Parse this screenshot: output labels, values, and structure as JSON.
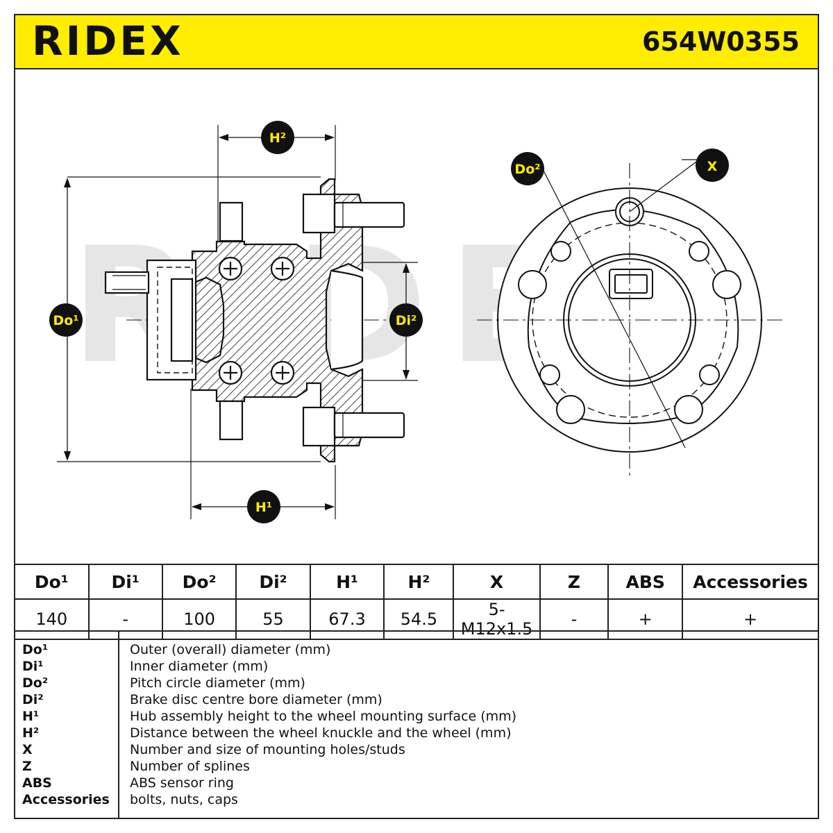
{
  "header": {
    "brand": "RIDEX",
    "part_number": "654W0355"
  },
  "drawing": {
    "labels": {
      "h2": "H²",
      "h1": "H¹",
      "do1": "Do¹",
      "di2": "Di²",
      "do2": "Do²",
      "x": "X"
    },
    "watermark": "RIDEX"
  },
  "spec_table": {
    "headers": [
      "Do¹",
      "Di¹",
      "Do²",
      "Di²",
      "H¹",
      "H²",
      "X",
      "Z",
      "ABS",
      "Accessories"
    ],
    "values": [
      "140",
      "-",
      "100",
      "55",
      "67.3",
      "54.5",
      "5-M12x1.5",
      "-",
      "+",
      "+"
    ]
  },
  "legend": [
    {
      "key": "Do¹",
      "desc": "Outer (overall) diameter (mm)"
    },
    {
      "key": "Di¹",
      "desc": "Inner diameter (mm)"
    },
    {
      "key": "Do²",
      "desc": "Pitch circle diameter (mm)"
    },
    {
      "key": "Di²",
      "desc": "Brake disc centre bore diameter (mm)"
    },
    {
      "key": "H¹",
      "desc": "Hub assembly height to the wheel mounting surface (mm)"
    },
    {
      "key": "H²",
      "desc": "Distance between the wheel knuckle and the wheel (mm)"
    },
    {
      "key": "X",
      "desc": "Number and size of mounting holes/studs"
    },
    {
      "key": "Z",
      "desc": "Number of splines"
    },
    {
      "key": "ABS",
      "desc": "ABS sensor ring"
    },
    {
      "key": "Accessories",
      "desc": "bolts, nuts, caps"
    }
  ],
  "colors": {
    "accent": "#ffed00",
    "ink": "#111111",
    "watermark": "#e6e6e6"
  }
}
